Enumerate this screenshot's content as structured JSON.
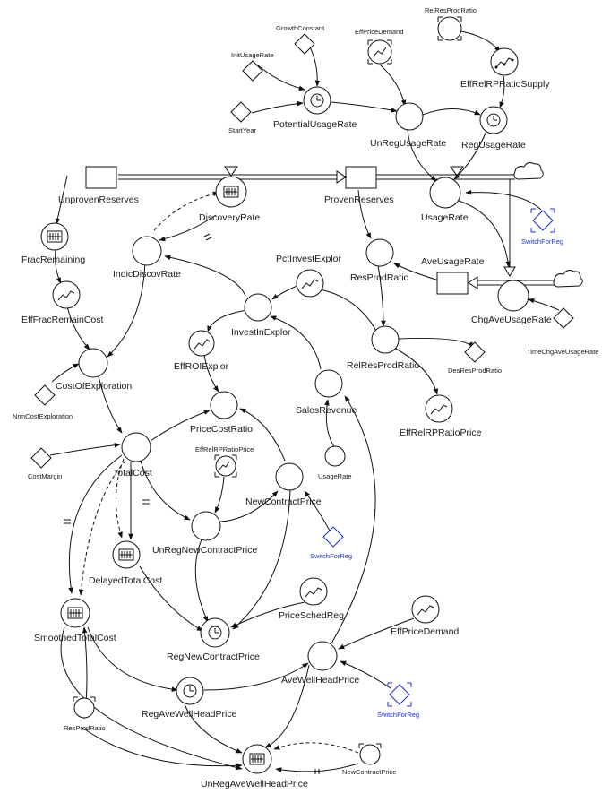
{
  "colors": {
    "line": "#111111",
    "ghost": "#1c2fd0"
  },
  "stocks": {
    "unproven": "UnprovenReserves",
    "proven": "ProvenReserves",
    "ave_usage": "AveUsageRate"
  },
  "flows": {
    "discovery": "DiscoveryRate",
    "usage": "UsageRate",
    "chg_ave_usage": "ChgAveUsageRate"
  },
  "aux": {
    "growth_constant": "GrowthConstant",
    "eff_price_demand_top": "EffPriceDemand",
    "rel_res_prod_ratio_top": "RelResProdRatio",
    "init_usage_rate": "InitUsageRate",
    "start_year": "StartYear",
    "potential_usage_rate": "PotentialUsageRate",
    "unreg_usage_rate": "UnRegUsageRate",
    "eff_rel_rp_ratio_supply": "EffRelRPRatioSupply",
    "reg_usage_rate": "RegUsageRate",
    "switch_for_reg_1": "SwitchForReg",
    "frac_remaining": "FracRemaining",
    "indic_discov_rate": "IndicDiscovRate",
    "res_prod_ratio": "ResProdRatio",
    "pct_invest_explor": "PctInvestExplor",
    "eff_frac_remain_cost": "EffFracRemainCost",
    "invest_in_explor": "InvestInExplor",
    "time_chg_ave_usage_rate": "TimeChgAveUsageRate",
    "eff_roi_explor": "EffROIExplor",
    "rel_res_prod_ratio": "RelResProdRatio",
    "des_res_prod_ratio": "DesResProdRatio",
    "cost_of_exploration": "CostOfExploration",
    "nrm_cost_exploration": "NrmCostExploration",
    "sales_revenue": "SalesRevenue",
    "price_cost_ratio": "PriceCostRatio",
    "eff_rel_rp_ratio_price_ghost": "EffRelRPRatioPrice",
    "eff_rel_rp_ratio_price": "EffRelRPRatioPrice",
    "cost_margin": "CostMargin",
    "total_cost": "TotalCost",
    "usage_rate_ghost": "UsageRate",
    "new_contract_price": "NewContractPrice",
    "unreg_new_contract_price": "UnRegNewContractPrice",
    "switch_for_reg_2": "SwitchForReg",
    "delayed_total_cost": "DelayedTotalCost",
    "price_sched_reg": "PriceSchedReg",
    "smoothed_total_cost": "SmoothedTotalCost",
    "eff_price_demand": "EffPriceDemand",
    "reg_new_contract_price": "RegNewContractPrice",
    "ave_well_head_price": "AveWellHeadPrice",
    "reg_ave_well_head_price": "RegAveWellHeadPrice",
    "switch_for_reg_3": "SwitchForReg",
    "res_prod_ratio_ghost": "ResProdRatio",
    "new_contract_price_ghost": "NewContractPrice",
    "unreg_ave_well_head_price": "UnRegAveWellHeadPrice"
  }
}
